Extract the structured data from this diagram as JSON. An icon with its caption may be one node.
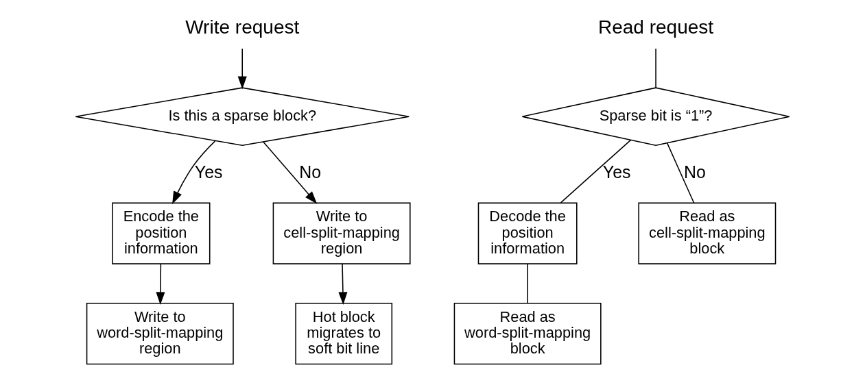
{
  "diagram": {
    "nodes": [
      {
        "text": [
          "Write request"
        ]
      },
      {
        "text": [
          "Is this a sparse block?"
        ]
      },
      {
        "text": [
          "Encode the position information"
        ]
      },
      {
        "text": [
          "Write to cell-split-mapping region"
        ]
      },
      {
        "text": [
          "Write to word-split-mapping region"
        ]
      },
      {
        "text": [
          "Hot block migrates to soft bit line"
        ]
      },
      {
        "text": [
          "Read request"
        ]
      },
      {
        "text": [
          "Sparse bit is “1”?"
        ]
      },
      {
        "text": [
          "Decode the position information"
        ]
      },
      {
        "text": [
          "Read as cell-split-mapping block"
        ]
      },
      {
        "text": [
          "Read as word-split-mapping block"
        ]
      }
    ],
    "edges": [
      {
        "from": 0,
        "to": 1,
        "arrow": "to"
      },
      {
        "from": 1,
        "to": 2,
        "arrow": "to",
        "label": "Yes"
      },
      {
        "from": 1,
        "to": 3,
        "arrow": "to",
        "label": "No"
      },
      {
        "from": 2,
        "to": 4,
        "arrow": "to"
      },
      {
        "from": 3,
        "to": 5,
        "arrow": "to"
      },
      {
        "from": 6,
        "to": 7,
        "arrow": "none"
      },
      {
        "from": 7,
        "to": 8,
        "arrow": "none",
        "label": "Yes"
      },
      {
        "from": 7,
        "to": 9,
        "arrow": "none",
        "label": "No"
      },
      {
        "from": 8,
        "to": 10,
        "arrow": "none"
      }
    ]
  }
}
